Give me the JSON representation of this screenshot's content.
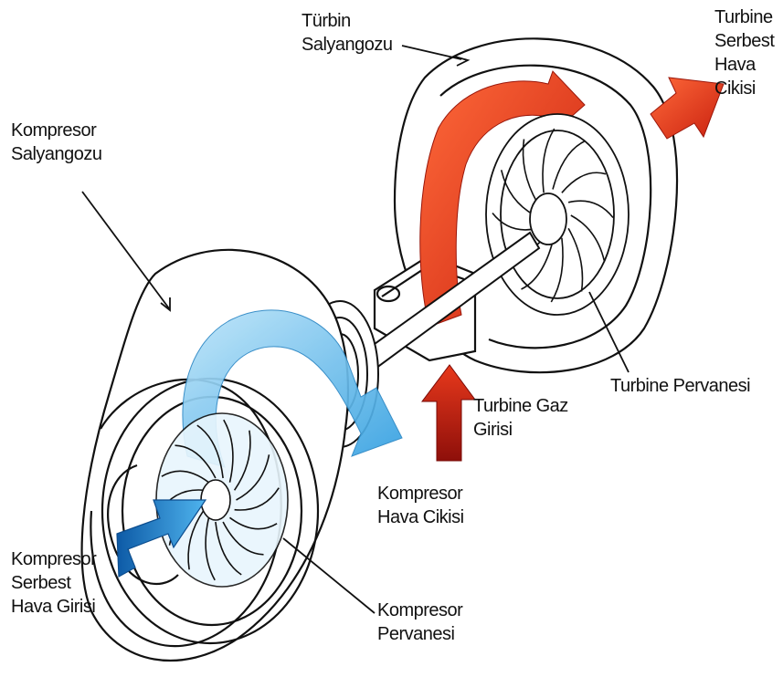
{
  "labels": {
    "turbine_housing": [
      "Türbin",
      "Salyangozu"
    ],
    "turbine_exhaust": [
      "Turbine",
      "Serbest",
      "Hava",
      "Cikisi"
    ],
    "compressor_housing": [
      "Kompresor",
      "Salyangozu"
    ],
    "turbine_wheel": [
      "Turbine Pervanesi"
    ],
    "turbine_gas_inlet": [
      "Turbine Gaz",
      "Girisi"
    ],
    "compressor_outlet": [
      "Kompresor",
      "Hava Cikisi"
    ],
    "compressor_inlet": [
      "Kompresor",
      "Serbest",
      "Hava Girisi"
    ],
    "compressor_wheel": [
      "Kompresor",
      "Pervanesi"
    ]
  },
  "colors": {
    "turbine_flow": "#e8391c",
    "turbine_flow_dark": "#b31e12",
    "compressor_flow": "#39a8e6",
    "compressor_flow_light": "#9fd8f5",
    "compressor_inlet_arrow": "#1f6fb5",
    "outline": "#111111"
  }
}
